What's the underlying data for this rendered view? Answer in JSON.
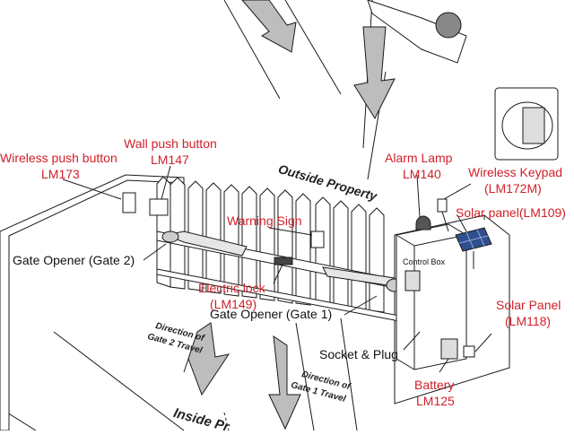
{
  "diagram": {
    "colors": {
      "label": "#d0202a",
      "text": "#111111",
      "line": "#1a1a1a",
      "arrow_fill": "#bdbdbd",
      "solar": "#2f4f8f"
    },
    "areas": {
      "outside": "Outside Property",
      "inside": "Inside Pr"
    },
    "travel": {
      "gate2_l1": "Direction of",
      "gate2_l2": "Gate 2 Travel",
      "gate1_l1": "Direction of",
      "gate1_l2": "Gate 1 Travel"
    },
    "components": {
      "wireless_push_button": {
        "name": "Wireless push button",
        "model": "LM173"
      },
      "wall_push_button": {
        "name": "Wall push button",
        "model": "LM147"
      },
      "warning_sign": {
        "name": "Warning Sign"
      },
      "alarm_lamp": {
        "name": "Alarm Lamp",
        "model": "LM140"
      },
      "wireless_keypad": {
        "name": "Wireless Keypad",
        "model": "(LM172M)"
      },
      "solar_panel_109": {
        "name": "Solar panel(LM109)"
      },
      "control_box": {
        "name": "Control Box"
      },
      "electric_lock": {
        "name": "Electric lock",
        "model": "(LM149)"
      },
      "gate_opener_1": {
        "name": "Gate Opener (Gate 1)"
      },
      "gate_opener_2": {
        "name": "Gate Opener (Gate 2)"
      },
      "socket_plug": {
        "name": "Socket & Plug"
      },
      "solar_panel_118": {
        "name": "Solar Panel",
        "model": "(LM118)"
      },
      "battery": {
        "name": "Battery",
        "model": "LM125"
      }
    }
  }
}
